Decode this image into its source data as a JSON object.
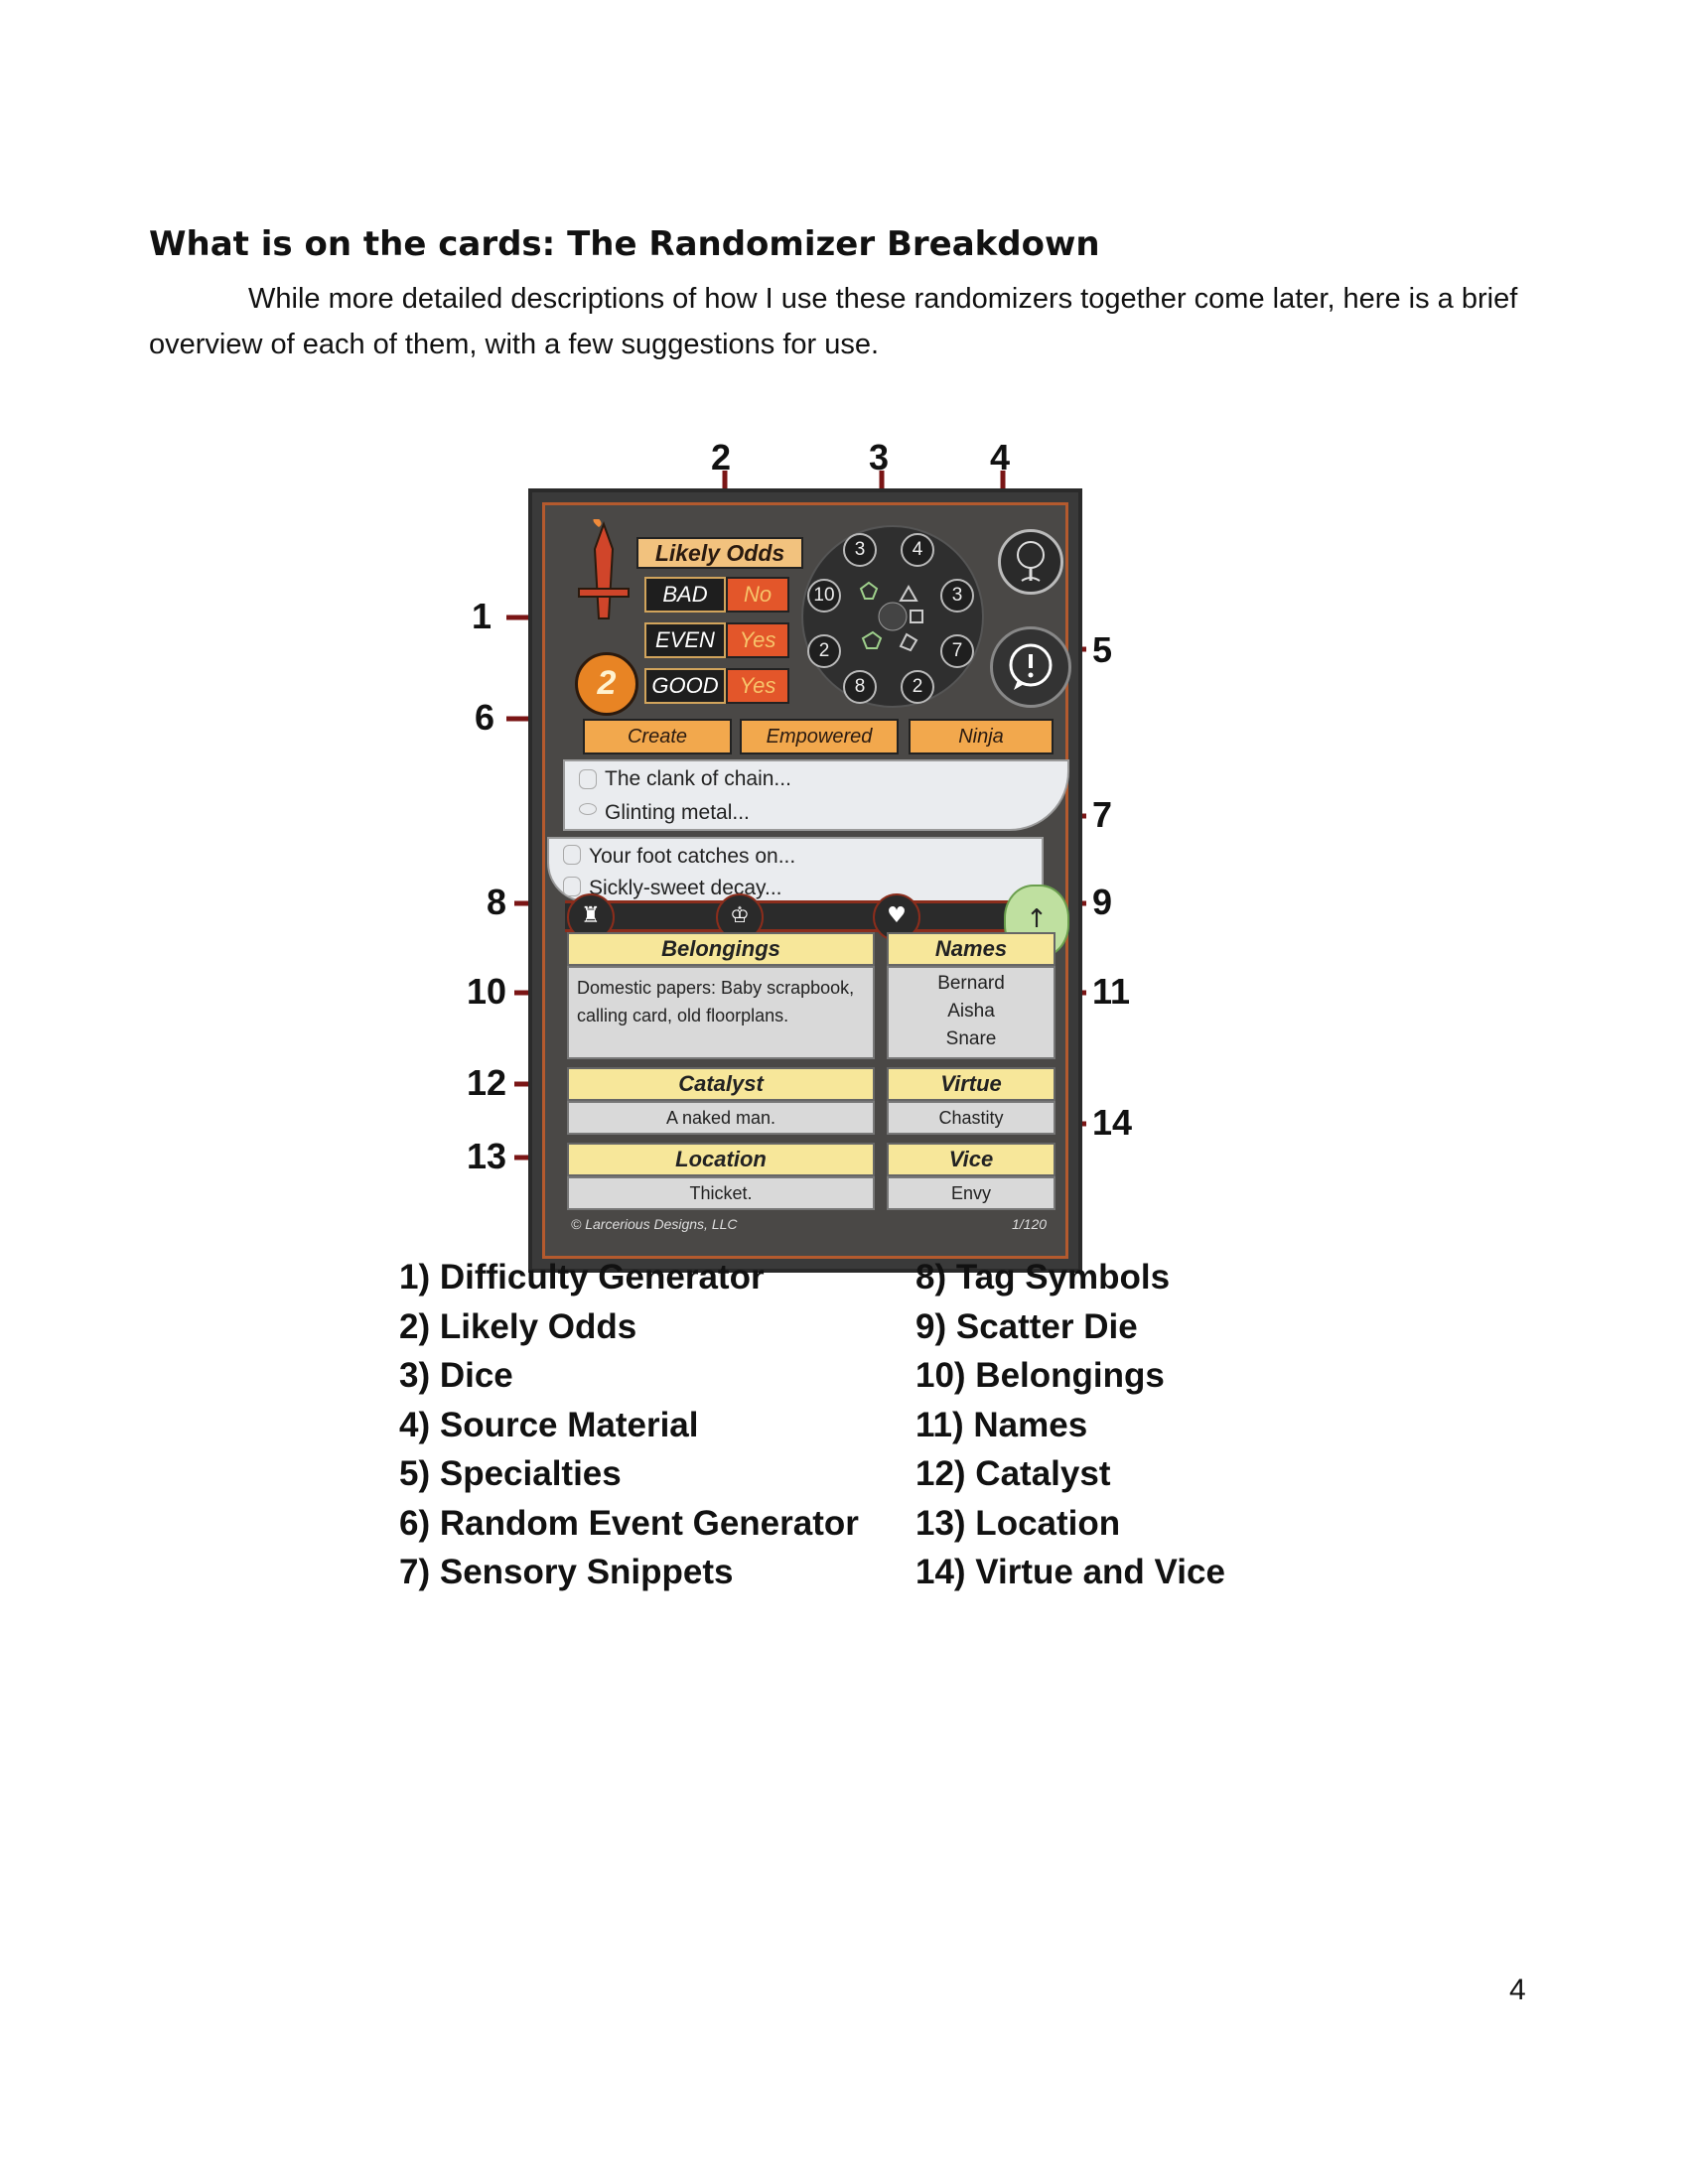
{
  "heading": "What is on the cards: The Randomizer Breakdown",
  "intro": "While more detailed descriptions of how I use these randomizers together come later, here is a brief overview of each of them, with a few suggestions for use.",
  "callouts": [
    "1",
    "2",
    "3",
    "4",
    "5",
    "6",
    "7",
    "8",
    "9",
    "10",
    "11",
    "12",
    "13",
    "14"
  ],
  "card": {
    "likely_odds_title": "Likely Odds",
    "odds": [
      {
        "label": "BAD",
        "value": "No"
      },
      {
        "label": "EVEN",
        "value": "Yes"
      },
      {
        "label": "GOOD",
        "value": "Yes"
      }
    ],
    "difficulty": "2",
    "dice": [
      "3",
      "4",
      "10",
      "3",
      "2",
      "7",
      "8",
      "2"
    ],
    "events": [
      "Create",
      "Empowered",
      "Ninja"
    ],
    "snippets": [
      "The clank of chain...",
      "Glinting metal...",
      "Your foot catches on...",
      "Sickly-sweet decay..."
    ],
    "belongings_label": "Belongings",
    "belongings": "Domestic papers: Baby scrapbook, calling card, old floorplans.",
    "names_label": "Names",
    "names": [
      "Bernard",
      "Aisha",
      "Snare"
    ],
    "catalyst_label": "Catalyst",
    "catalyst": "A naked man.",
    "virtue_label": "Virtue",
    "virtue": "Chastity",
    "location_label": "Location",
    "location": "Thicket.",
    "vice_label": "Vice",
    "vice": "Envy",
    "copyright": "© Larcerious Designs, LLC",
    "card_number": "1/120"
  },
  "legend_left": [
    "1) Difficulty Generator",
    "2) Likely Odds",
    "3) Dice",
    "4) Source Material",
    "5) Specialties",
    "6) Random Event Generator",
    "7) Sensory Snippets"
  ],
  "legend_right": [
    "8) Tag Symbols",
    "9) Scatter Die",
    "10) Belongings",
    "11) Names",
    "12) Catalyst",
    "13) Location",
    "14) Virtue and Vice"
  ],
  "page_number": "4"
}
